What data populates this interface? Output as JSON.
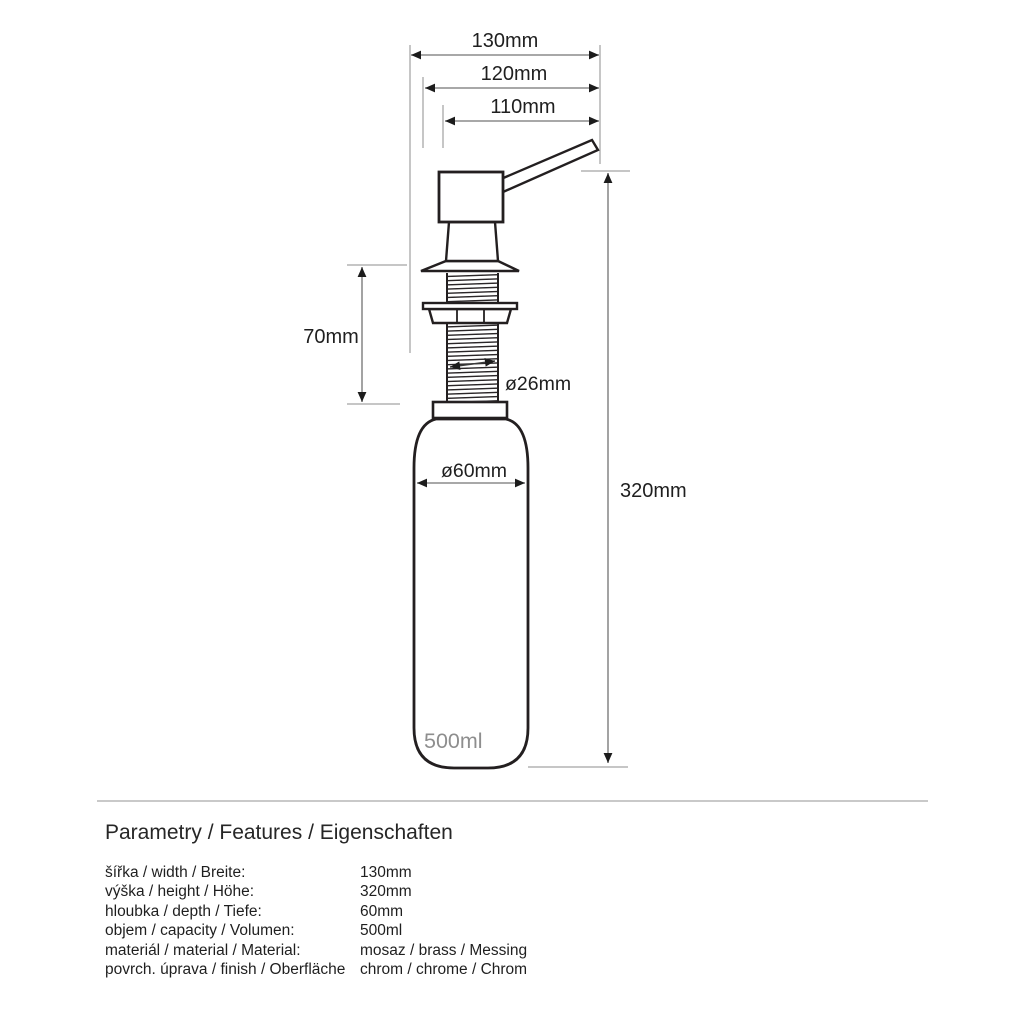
{
  "diagram": {
    "labels": {
      "width_overall": "130mm",
      "width_mid": "120mm",
      "width_inner": "110mm",
      "thread_length": "70mm",
      "thread_diameter": "ø26mm",
      "bottle_diameter": "ø60mm",
      "total_height": "320mm",
      "capacity": "500ml"
    },
    "colors": {
      "outline": "#231f20",
      "dimension_line": "#8c8c8c",
      "extension_line": "#b3b3b3",
      "arrowhead": "#1c1c1c",
      "capacity_text": "#8e8e8e"
    }
  },
  "table": {
    "heading": "Parametry / Features / Eigenschaften",
    "rows": [
      {
        "label": "šířka / width /  Breite:",
        "value": "130mm"
      },
      {
        "label": "výška / height / Höhe:",
        "value": "320mm"
      },
      {
        "label": "hloubka / depth /  Tiefe:",
        "value": "60mm"
      },
      {
        "label": "objem / capacity  / Volumen:",
        "value": "500ml"
      },
      {
        "label": "materiál / material  / Material:",
        "value": "mosaz / brass / Messing"
      },
      {
        "label": "povrch. úprava / finish /  Oberfläche",
        "value": "chrom / chrome / Chrom"
      }
    ]
  }
}
